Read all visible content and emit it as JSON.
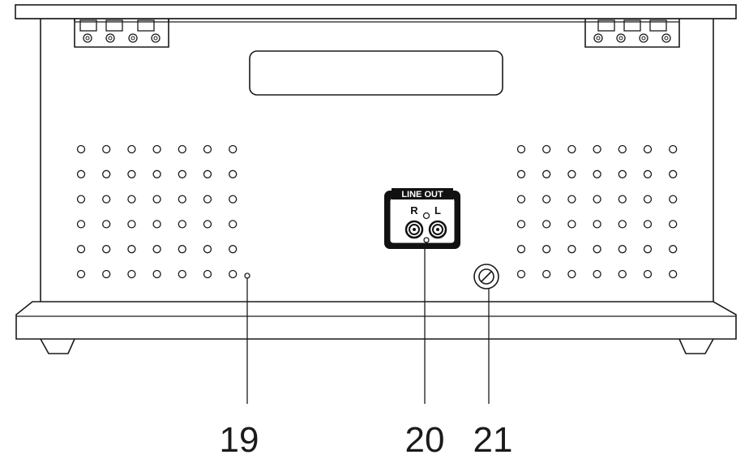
{
  "callouts": [
    {
      "id": "19",
      "label": "19"
    },
    {
      "id": "20",
      "label": "20"
    },
    {
      "id": "21",
      "label": "21"
    }
  ],
  "jack_panel": {
    "title": "LINE OUT",
    "right_channel": "R",
    "left_channel": "L"
  },
  "speaker_grille": {
    "rows": 6,
    "columns": 7
  }
}
